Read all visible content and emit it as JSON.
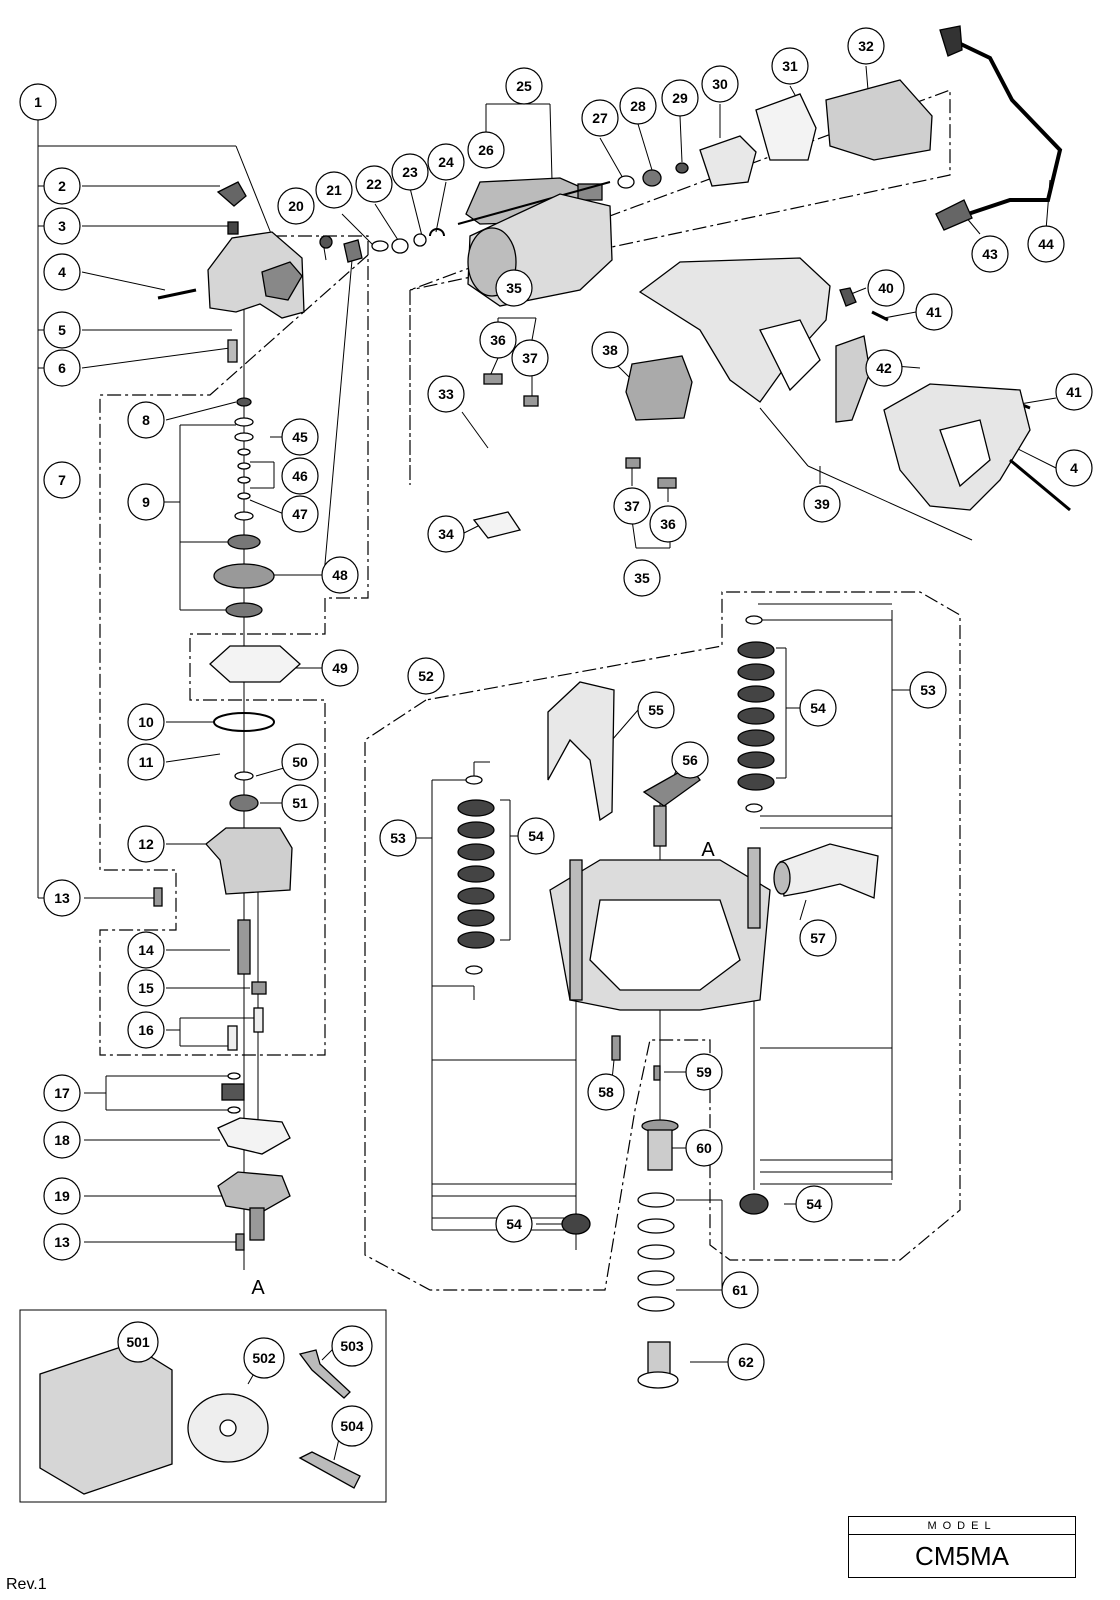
{
  "model": {
    "label": "MODEL",
    "name": "CM5MA"
  },
  "revision": "Rev.1",
  "reference_letters": [
    "A",
    "A"
  ],
  "callouts": [
    {
      "n": "1"
    },
    {
      "n": "2"
    },
    {
      "n": "3"
    },
    {
      "n": "4"
    },
    {
      "n": "5"
    },
    {
      "n": "6"
    },
    {
      "n": "7"
    },
    {
      "n": "8"
    },
    {
      "n": "9"
    },
    {
      "n": "10"
    },
    {
      "n": "11"
    },
    {
      "n": "12"
    },
    {
      "n": "13"
    },
    {
      "n": "14"
    },
    {
      "n": "15"
    },
    {
      "n": "16"
    },
    {
      "n": "17"
    },
    {
      "n": "18"
    },
    {
      "n": "19"
    },
    {
      "n": "13"
    },
    {
      "n": "20"
    },
    {
      "n": "21"
    },
    {
      "n": "22"
    },
    {
      "n": "23"
    },
    {
      "n": "24"
    },
    {
      "n": "25"
    },
    {
      "n": "26"
    },
    {
      "n": "27"
    },
    {
      "n": "28"
    },
    {
      "n": "29"
    },
    {
      "n": "30"
    },
    {
      "n": "31"
    },
    {
      "n": "32"
    },
    {
      "n": "33"
    },
    {
      "n": "34"
    },
    {
      "n": "35"
    },
    {
      "n": "36"
    },
    {
      "n": "37"
    },
    {
      "n": "35"
    },
    {
      "n": "36"
    },
    {
      "n": "37"
    },
    {
      "n": "38"
    },
    {
      "n": "39"
    },
    {
      "n": "40"
    },
    {
      "n": "41"
    },
    {
      "n": "41"
    },
    {
      "n": "42"
    },
    {
      "n": "43"
    },
    {
      "n": "44"
    },
    {
      "n": "4"
    },
    {
      "n": "45"
    },
    {
      "n": "46"
    },
    {
      "n": "47"
    },
    {
      "n": "48"
    },
    {
      "n": "49"
    },
    {
      "n": "50"
    },
    {
      "n": "51"
    },
    {
      "n": "52"
    },
    {
      "n": "53"
    },
    {
      "n": "53"
    },
    {
      "n": "54"
    },
    {
      "n": "54"
    },
    {
      "n": "54"
    },
    {
      "n": "54"
    },
    {
      "n": "55"
    },
    {
      "n": "56"
    },
    {
      "n": "57"
    },
    {
      "n": "58"
    },
    {
      "n": "59"
    },
    {
      "n": "60"
    },
    {
      "n": "61"
    },
    {
      "n": "62"
    },
    {
      "n": "501"
    },
    {
      "n": "502"
    },
    {
      "n": "503"
    },
    {
      "n": "504"
    }
  ]
}
